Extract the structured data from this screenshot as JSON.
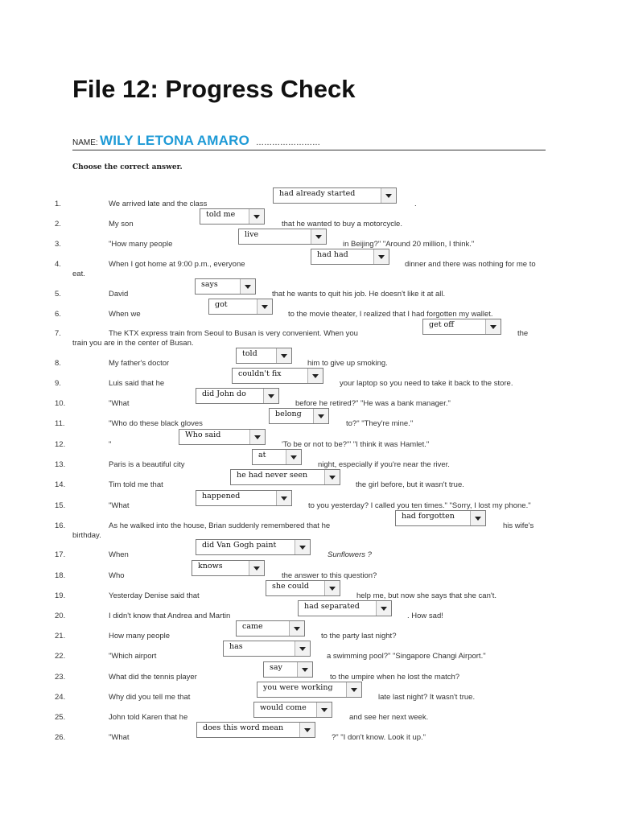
{
  "title": "File 12: Progress Check",
  "name_label": "NAME:",
  "name_value": "WILY LETONA AMARO",
  "name_dots": "……………………",
  "instruction": "Choose the correct answer.",
  "items": [
    {
      "num": "1.",
      "parts": [
        "We arrived late and the class",
        "."
      ],
      "answer": "had already started"
    },
    {
      "num": "2.",
      "parts": [
        "My son",
        "that he wanted to buy a motorcycle."
      ],
      "answer": "told me"
    },
    {
      "num": "3.",
      "parts": [
        "\"How many people",
        "in Beijing?\" \"Around 20 million, I think.\""
      ],
      "answer": "live"
    },
    {
      "num": "4.",
      "parts": [
        "When I got home at 9:00 p.m., everyone",
        "dinner and there was nothing for me to",
        "eat."
      ],
      "answer": "had had"
    },
    {
      "num": "5.",
      "parts": [
        "David",
        "that he wants to quit his job. He doesn't like it at all."
      ],
      "answer": "says"
    },
    {
      "num": "6.",
      "parts": [
        "When we",
        "to the movie theater, I realized that I had forgotten my wallet."
      ],
      "answer": "got"
    },
    {
      "num": "7.",
      "parts": [
        "The KTX express train from Seoul to Busan is very convenient. When you",
        "the",
        "train you are in the center of Busan."
      ],
      "answer": "get off"
    },
    {
      "num": "8.",
      "parts": [
        "My father's doctor",
        "him to give up smoking."
      ],
      "answer": "told"
    },
    {
      "num": "9.",
      "parts": [
        "Luis said that he",
        "your laptop so you need to take it back to the store."
      ],
      "answer": "couldn't fix"
    },
    {
      "num": "10.",
      "parts": [
        "\"What",
        "before he retired?\" \"He was a bank manager.\""
      ],
      "answer": "did John do"
    },
    {
      "num": "11.",
      "parts": [
        "\"Who do these black gloves",
        "to?\" \"They're mine.\""
      ],
      "answer": "belong"
    },
    {
      "num": "12.",
      "parts": [
        "\"",
        "'To be or not to be?'\" \"I think it was Hamlet.\""
      ],
      "answer": "Who said"
    },
    {
      "num": "13.",
      "parts": [
        "Paris is a beautiful city",
        "night, especially if you're near the river."
      ],
      "answer": "at"
    },
    {
      "num": "14.",
      "parts": [
        "Tim told me that",
        "the girl before, but it wasn't true."
      ],
      "answer": "he had never seen"
    },
    {
      "num": "15.",
      "parts": [
        "\"What",
        "to you yesterday? I called you ten times.\" \"Sorry, I lost my phone.\""
      ],
      "answer": "happened"
    },
    {
      "num": "16.",
      "parts": [
        "As he walked into the house, Brian suddenly remembered that he",
        "his wife's",
        "birthday."
      ],
      "answer": "had forgotten"
    },
    {
      "num": "17.",
      "parts": [
        "When",
        "Sunflowers ?"
      ],
      "answer": "did Van Gogh paint"
    },
    {
      "num": "18.",
      "parts": [
        "Who",
        "the answer to this question?"
      ],
      "answer": "knows"
    },
    {
      "num": "19.",
      "parts": [
        "Yesterday Denise said that",
        "help me, but now she says that she can't."
      ],
      "answer": "she could"
    },
    {
      "num": "20.",
      "parts": [
        "I didn't know that Andrea and Martin",
        ". How sad!"
      ],
      "answer": "had separated"
    },
    {
      "num": "21.",
      "parts": [
        "How many people",
        "to the party last night?"
      ],
      "answer": "came"
    },
    {
      "num": "22.",
      "parts": [
        "\"Which airport",
        "a swimming pool?\" \"Singapore Changi Airport.\""
      ],
      "answer": "has"
    },
    {
      "num": "23.",
      "parts": [
        "What did the tennis player",
        "to the umpire when he lost the match?"
      ],
      "answer": "say"
    },
    {
      "num": "24.",
      "parts": [
        "Why did you tell me that",
        "late last night? It wasn't true."
      ],
      "answer": "you were working"
    },
    {
      "num": "25.",
      "parts": [
        "John told Karen that he",
        "and see her next week."
      ],
      "answer": "would come"
    },
    {
      "num": "26.",
      "parts": [
        "\"What",
        "?\" \"I don't know. Look it up.\""
      ],
      "answer": "does this word mean"
    }
  ]
}
